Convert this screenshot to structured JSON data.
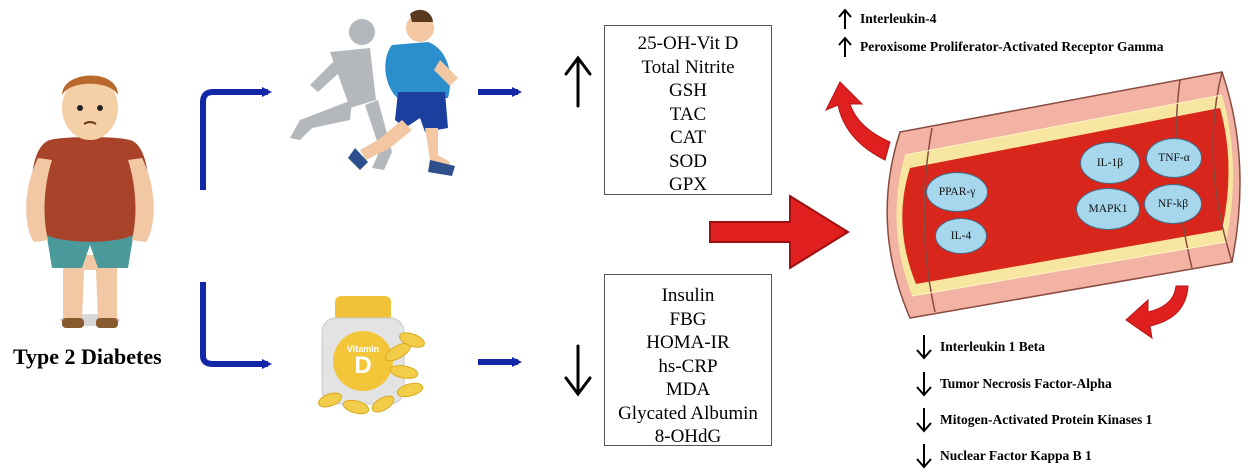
{
  "title": "Type 2 Diabetes",
  "vitamin_label_top": "Vitamin",
  "vitamin_label_letter": "D",
  "increase_box": [
    "25-OH-Vit D",
    "Total Nitrite",
    "GSH",
    "TAC",
    "CAT",
    "SOD",
    "GPX"
  ],
  "decrease_box": [
    "Insulin",
    "FBG",
    "HOMA-IR",
    "hs-CRP",
    "MDA",
    "Glycated Albumin",
    "8-OHdG"
  ],
  "vessel_cells": [
    "PPAR-γ",
    "IL-4",
    "IL-1β",
    "TNF-α",
    "MAPK1",
    "NF-kβ"
  ],
  "upregulated": [
    "Interleukin-4",
    "Peroxisome Proliferator-Activated Receptor Gamma"
  ],
  "downregulated": [
    "Interleukin 1 Beta",
    "Tumor Necrosis Factor-Alpha",
    "Mitogen-Activated Protein Kinases 1",
    "Nuclear Factor Kappa B 1"
  ],
  "colors": {
    "blue_arrow": "#1227a8",
    "red_arrow": "#e01f1f",
    "vessel_wall": "#f2b3a4",
    "blood": "#d9261c",
    "cell": "#a7d7ec"
  },
  "icons": [
    "person-icon",
    "runners-icon",
    "vitamin-d-bottle-icon",
    "blood-vessel-icon"
  ]
}
